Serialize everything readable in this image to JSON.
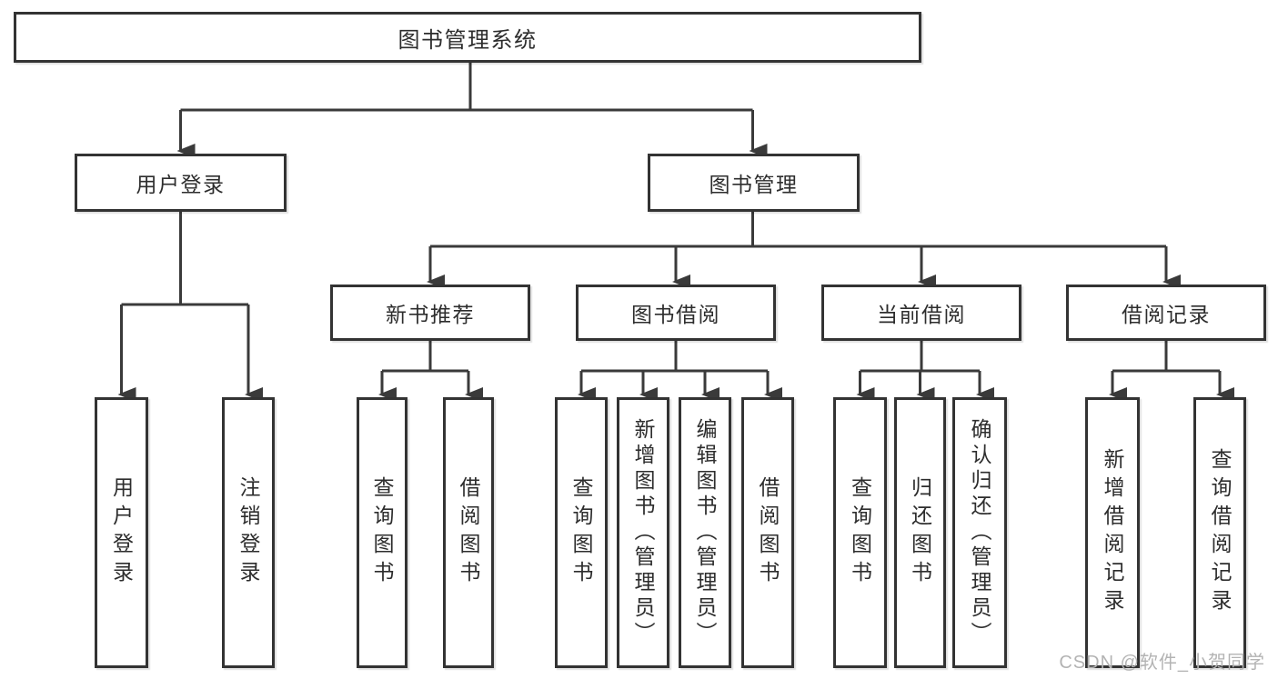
{
  "colors": {
    "background": "#ffffff",
    "line": "#3a3a3a",
    "box_border": "#333333",
    "text": "#2d2d2d",
    "watermark": "#b3b3b3"
  },
  "tree": {
    "label": "图书管理系统",
    "children": [
      {
        "label": "用户登录",
        "children": [
          {
            "label": "用户登录"
          },
          {
            "label": "注销登录"
          }
        ]
      },
      {
        "label": "图书管理",
        "children": [
          {
            "label": "新书推荐",
            "children": [
              {
                "label": "查询图书"
              },
              {
                "label": "借阅图书"
              }
            ]
          },
          {
            "label": "图书借阅",
            "children": [
              {
                "label": "查询图书"
              },
              {
                "label": "新增图书（管理员）"
              },
              {
                "label": "编辑图书（管理员）"
              },
              {
                "label": "借阅图书"
              }
            ]
          },
          {
            "label": "当前借阅",
            "children": [
              {
                "label": "查询图书"
              },
              {
                "label": "归还图书"
              },
              {
                "label": "确认归还（管理员）"
              }
            ]
          },
          {
            "label": "借阅记录",
            "children": [
              {
                "label": "新增借阅记录"
              },
              {
                "label": "查询借阅记录"
              }
            ]
          }
        ]
      }
    ]
  },
  "watermark": "CSDN @软件_小贺同学"
}
